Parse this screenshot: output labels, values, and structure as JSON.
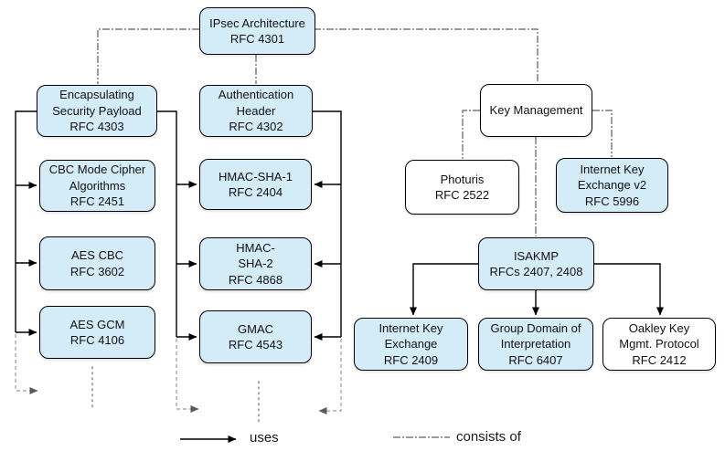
{
  "title": "IPsec Architecture RFC relationship diagram",
  "nodes": {
    "ipsec": {
      "label": "IPsec Architecture\nRFC 4301"
    },
    "esp": {
      "label": "Encapsulating\nSecurity Payload\nRFC 4303"
    },
    "ah": {
      "label": "Authentication\nHeader\nRFC 4302"
    },
    "km": {
      "label": "Key Management"
    },
    "cbc": {
      "label": "CBC Mode Cipher\nAlgorithms\nRFC 2451"
    },
    "hmacsha1": {
      "label": "HMAC-SHA-1\nRFC 2404"
    },
    "photuris": {
      "label": "Photuris\nRFC 2522"
    },
    "ikev2": {
      "label": "Internet Key\nExchange v2\nRFC 5996"
    },
    "aescbc": {
      "label": "AES CBC\nRFC 3602"
    },
    "hmacsha2": {
      "label": "HMAC-\nSHA-2\nRFC 4868"
    },
    "isakmp": {
      "label": "ISAKMP\nRFCs 2407, 2408"
    },
    "aesgcm": {
      "label": "AES GCM\nRFC 4106"
    },
    "gmac": {
      "label": "GMAC\nRFC 4543"
    },
    "ike": {
      "label": "Internet Key\nExchange\nRFC 2409"
    },
    "gdoi": {
      "label": "Group Domain of\nInterpretation\nRFC 6407"
    },
    "oakley": {
      "label": "Oakley Key\nMgmt. Protocol\nRFC 2412"
    }
  },
  "legend": {
    "uses_label": "uses",
    "consists_of_label": "consists of"
  },
  "colors": {
    "node_fill_blue": "#d4ebf8",
    "node_fill_white": "#ffffff",
    "node_border": "#000000",
    "uses_line": "#000000",
    "consists_line": "#5f5f5f",
    "continuation_line": "#9a9a9a",
    "continuation_arrow": "#5a5a5a"
  }
}
